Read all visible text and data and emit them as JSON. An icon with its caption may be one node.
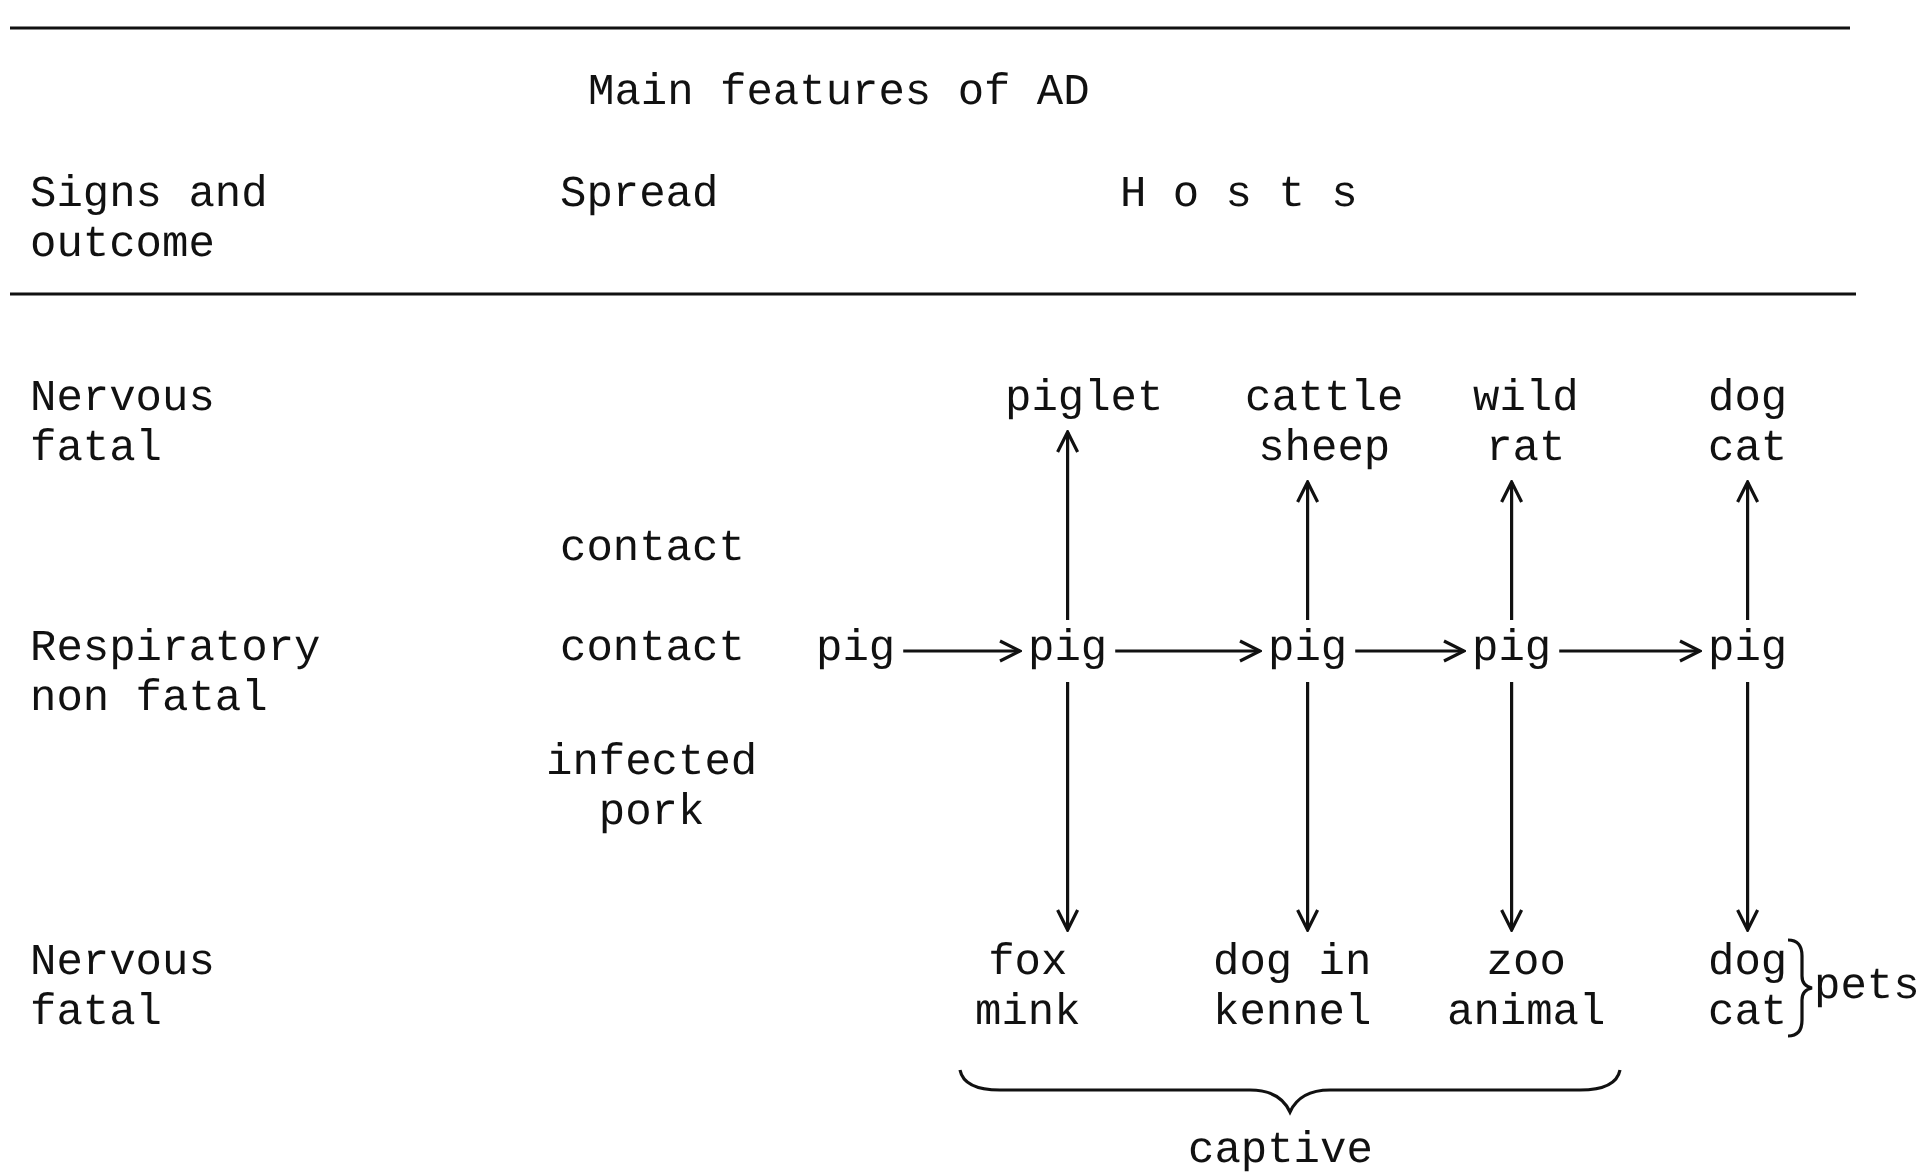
{
  "diagram": {
    "nodes": [
      {
        "text": [
          "pig"
        ]
      },
      {
        "text": [
          "pig"
        ]
      },
      {
        "text": [
          "pig"
        ]
      },
      {
        "text": [
          "pig"
        ]
      },
      {
        "text": [
          "pig"
        ]
      },
      {
        "text": [
          "piglet"
        ]
      },
      {
        "text": [
          "cattle sheep"
        ]
      },
      {
        "text": [
          "wild rat"
        ]
      },
      {
        "text": [
          "dog cat"
        ]
      },
      {
        "text": [
          "fox mink"
        ]
      },
      {
        "text": [
          "dog in kennel"
        ]
      },
      {
        "text": [
          "zoo animal"
        ]
      },
      {
        "text": [
          "dog cat"
        ]
      }
    ],
    "edges": [
      {
        "from": 0,
        "to": 1,
        "arrow": "to"
      },
      {
        "from": 1,
        "to": 2,
        "arrow": "to"
      },
      {
        "from": 2,
        "to": 3,
        "arrow": "to"
      },
      {
        "from": 3,
        "to": 4,
        "arrow": "to"
      },
      {
        "from": 1,
        "to": 5,
        "arrow": "to"
      },
      {
        "from": 2,
        "to": 6,
        "arrow": "to"
      },
      {
        "from": 3,
        "to": 7,
        "arrow": "to"
      },
      {
        "from": 4,
        "to": 8,
        "arrow": "to"
      },
      {
        "from": 1,
        "to": 9,
        "arrow": "to"
      },
      {
        "from": 2,
        "to": 10,
        "arrow": "to"
      },
      {
        "from": 3,
        "to": 11,
        "arrow": "to"
      },
      {
        "from": 4,
        "to": 12,
        "arrow": "to"
      }
    ],
    "labels": [
      "Main features of AD",
      "Signs and outcome",
      "Spread",
      "Hosts",
      "Nervous fatal",
      "contact",
      "Respiratory non fatal",
      "contact",
      "infected pork",
      "Nervous fatal",
      "pets",
      "captive"
    ]
  }
}
